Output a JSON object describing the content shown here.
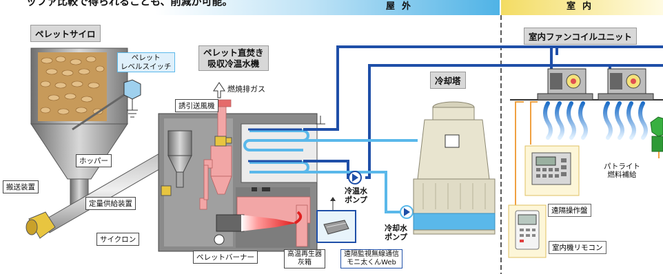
{
  "header": {
    "top_text": "ッファ比較で得られることも、削減が可能。",
    "outdoor": "屋外",
    "indoor": "室内"
  },
  "labels": {
    "pellet_silo": "ペレットサイロ",
    "level_switch_1": "ペレット",
    "level_switch_2": "レベルスイッチ",
    "chiller_1": "ペレット直焚き",
    "chiller_2": "吸収冷温水機",
    "exhaust": "燃焼排ガス",
    "induced_fan": "誘引送風機",
    "hopper": "ホッパー",
    "conveyor": "搬送装置",
    "feeder": "定量供給装置",
    "cyclone": "サイクロン",
    "burner": "ペレットバーナー",
    "regenerator": "高温再生器",
    "ash": "灰箱",
    "cooling_tower": "冷却塔",
    "chw_pump_1": "冷温水",
    "chw_pump_2": "ポンプ",
    "cw_pump_1": "冷却水",
    "cw_pump_2": "ポンプ",
    "remote_monitor_1": "遠隔監視無線通信",
    "remote_monitor_2": "モニ太くんWeb",
    "fan_coil": "室内ファンコイルユニット",
    "remote_panel": "遠隔操作盤",
    "indoor_remote": "室内機リモコン",
    "pilot_1": "パトライト",
    "pilot_2": "燃料補給"
  },
  "colors": {
    "dark_blue": "#1f4fa8",
    "light_blue": "#5ab8ea",
    "outdoor_bar": "#56b8e8",
    "indoor_bar": "#f5e27a",
    "pink_duct": "#f2a6a6",
    "flame": "#e02828",
    "machine_grey": "#8a8a8a",
    "tower_beige": "#e8e4cf"
  }
}
